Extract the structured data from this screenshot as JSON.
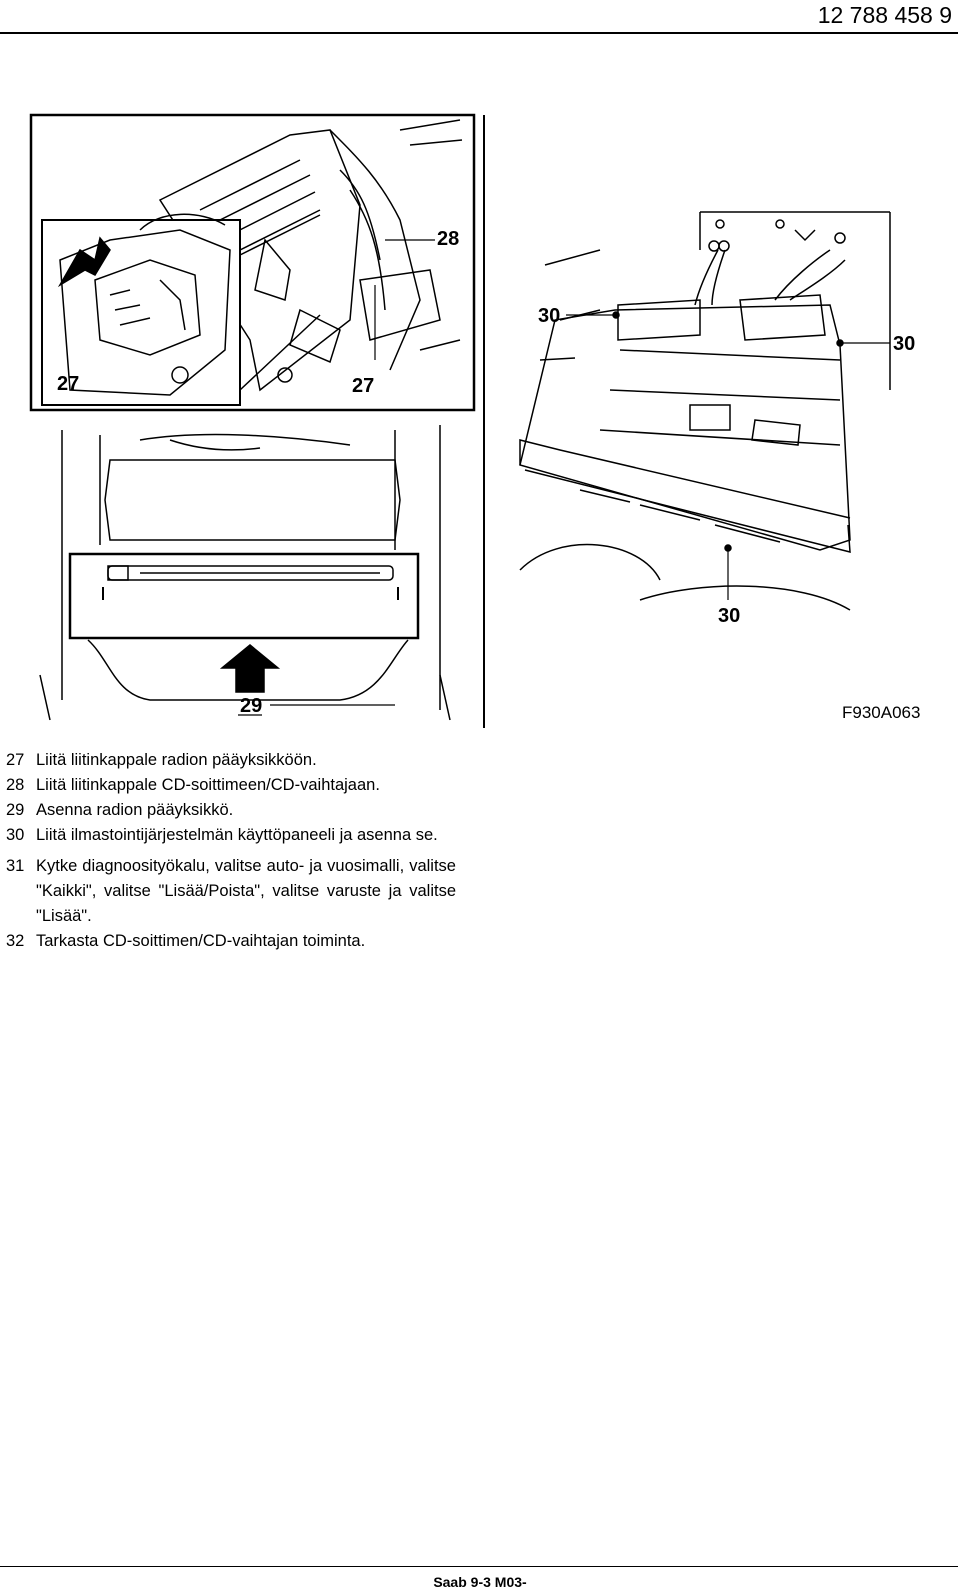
{
  "header": {
    "doc_number": "12 788 458  9"
  },
  "figure": {
    "callouts": {
      "c27_inset": "27",
      "c27_main": "27",
      "c28": "28",
      "c29": "29",
      "c30_left": "30",
      "c30_right": "30",
      "c30_bottom": "30"
    },
    "figure_code": "F930A063"
  },
  "steps": [
    {
      "num": "27",
      "text": "Liitä liitinkappale radion pääyksikköön."
    },
    {
      "num": "28",
      "text": "Liitä liitinkappale CD-soittimeen/CD-vaihtajaan."
    },
    {
      "num": "29",
      "text": "Asenna radion pääyksikkö."
    },
    {
      "num": "30",
      "text": "Liitä ilmastointijärjestelmän käyttöpaneeli ja asenna se."
    },
    {
      "num": "31",
      "text": "Kytke diagnoosityökalu, valitse auto- ja vuosimalli, valitse \"Kaikki\", valitse \"Lisää/Poista\", valitse varuste ja valitse \"Lisää\"."
    },
    {
      "num": "32",
      "text": "Tarkasta CD-soittimen/CD-vaihtajan toiminta."
    }
  ],
  "footer": {
    "model": "Saab 9-3 M03-"
  }
}
